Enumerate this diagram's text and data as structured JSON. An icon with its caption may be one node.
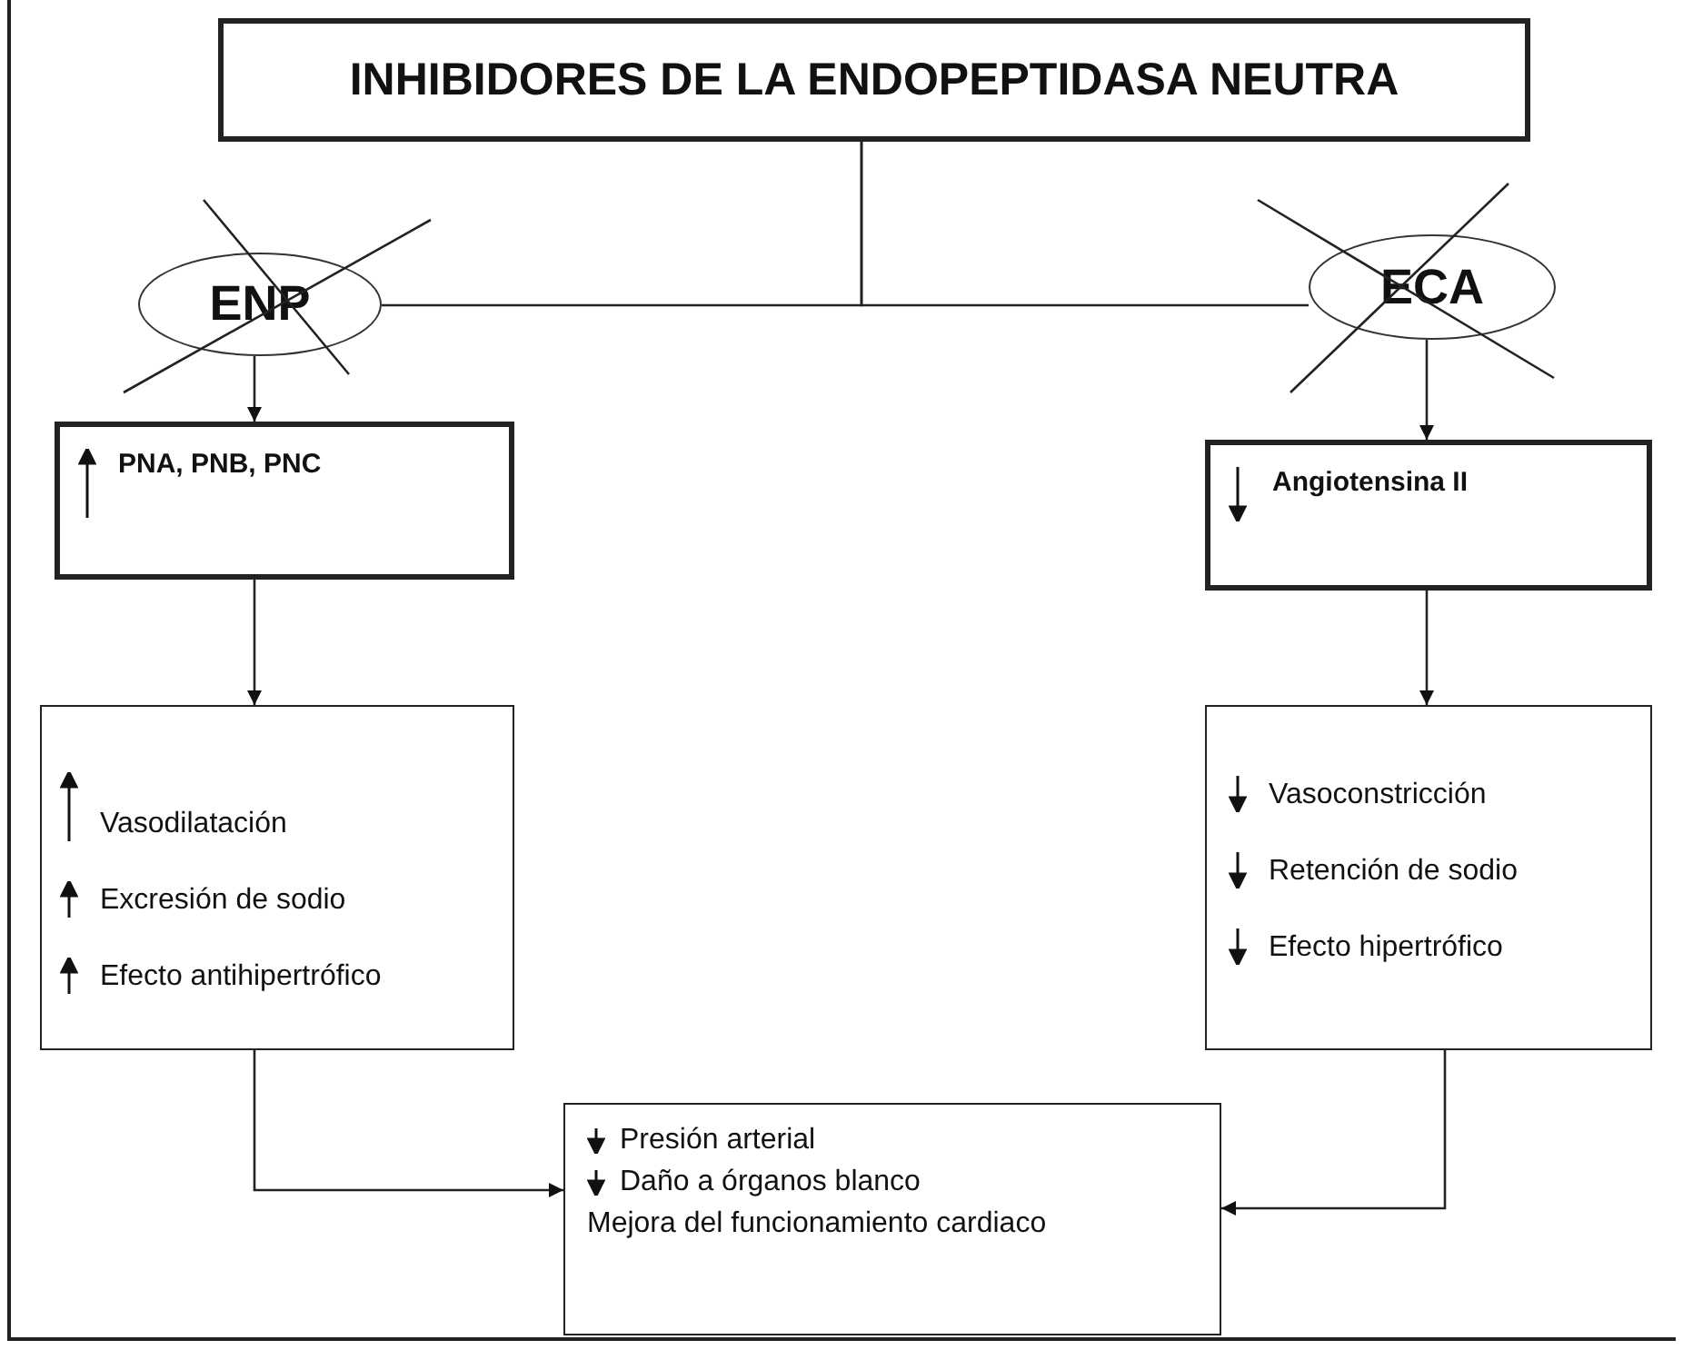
{
  "diagram": {
    "nodes": [
      {
        "text": [
          "INHIBIDORES DE LA ENDOPEPTIDASA NEUTRA"
        ]
      },
      {
        "text": [
          "ENP"
        ]
      },
      {
        "text": [
          "ECA"
        ]
      },
      {
        "text": [
          "PNA, PNB, PNC"
        ]
      },
      {
        "text": [
          "Angiotensina II"
        ]
      },
      {
        "text": [
          "Vasodilatación",
          "Excresión de sodio",
          "Efecto antihipertrófico"
        ]
      },
      {
        "text": [
          "Vasoconstricción",
          "Retención de sodio",
          "Efecto hipertrófico"
        ]
      },
      {
        "text": [
          "Presión arterial",
          "Daño a órganos blanco",
          "Mejora del funcionamiento cardiaco"
        ]
      }
    ],
    "edges": [
      {
        "from": 0,
        "to": 1,
        "arrow": "none"
      },
      {
        "from": 0,
        "to": 2,
        "arrow": "none"
      },
      {
        "from": 1,
        "to": 3,
        "arrow": "to"
      },
      {
        "from": 2,
        "to": 4,
        "arrow": "to"
      },
      {
        "from": 3,
        "to": 5,
        "arrow": "to"
      },
      {
        "from": 4,
        "to": 6,
        "arrow": "to"
      },
      {
        "from": 5,
        "to": 7,
        "arrow": "to"
      },
      {
        "from": 6,
        "to": 7,
        "arrow": "to"
      }
    ]
  }
}
